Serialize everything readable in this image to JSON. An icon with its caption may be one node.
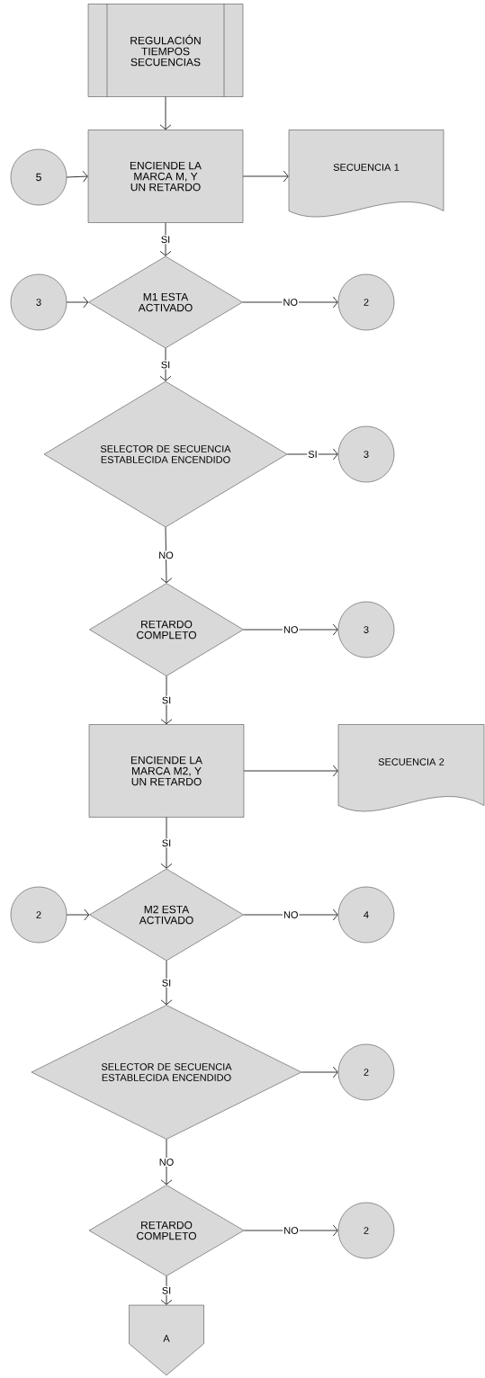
{
  "diagram": {
    "nodes": [
      {
        "text": [
          "REGULACIÓN TIEMPOS SECUENCIAS"
        ]
      },
      {
        "text": [
          "5"
        ]
      },
      {
        "text": [
          "ENCIENDE LA MARCA M, Y UN RETARDO"
        ]
      },
      {
        "text": [
          "SECUENCIA 1"
        ]
      },
      {
        "text": [
          "3"
        ]
      },
      {
        "text": [
          "M1 ESTA ACTIVADO"
        ]
      },
      {
        "text": [
          "2"
        ]
      },
      {
        "text": [
          "SELECTOR DE SECUENCIA ESTABLECIDA ENCENDIDO"
        ]
      },
      {
        "text": [
          "3"
        ]
      },
      {
        "text": [
          "RETARDO COMPLETO"
        ]
      },
      {
        "text": [
          "3"
        ]
      },
      {
        "text": [
          "ENCIENDE LA MARCA M2, Y UN RETARDO"
        ]
      },
      {
        "text": [
          "SECUENCIA 2"
        ]
      },
      {
        "text": [
          "2"
        ]
      },
      {
        "text": [
          "M2 ESTA ACTIVADO"
        ]
      },
      {
        "text": [
          "4"
        ]
      },
      {
        "text": [
          "SELECTOR DE SECUENCIA ESTABLECIDA ENCENDIDO"
        ]
      },
      {
        "text": [
          "2"
        ]
      },
      {
        "text": [
          "RETARDO COMPLETO"
        ]
      },
      {
        "text": [
          "2"
        ]
      },
      {
        "text": [
          "A"
        ]
      }
    ],
    "edges": [
      {
        "from": 0,
        "to": 2,
        "arrow": "to"
      },
      {
        "from": 1,
        "to": 2,
        "arrow": "to"
      },
      {
        "from": 2,
        "to": 3,
        "arrow": "to"
      },
      {
        "from": 2,
        "to": 5,
        "arrow": "to",
        "label": "SI"
      },
      {
        "from": 4,
        "to": 5,
        "arrow": "to"
      },
      {
        "from": 5,
        "to": 6,
        "arrow": "to",
        "label": "NO"
      },
      {
        "from": 5,
        "to": 7,
        "arrow": "to",
        "label": "SI"
      },
      {
        "from": 7,
        "to": 8,
        "arrow": "to",
        "label": "SI"
      },
      {
        "from": 7,
        "to": 9,
        "arrow": "to",
        "label": "NO"
      },
      {
        "from": 9,
        "to": 10,
        "arrow": "to",
        "label": "NO"
      },
      {
        "from": 9,
        "to": 11,
        "arrow": "to",
        "label": "SI"
      },
      {
        "from": 11,
        "to": 12,
        "arrow": "to"
      },
      {
        "from": 11,
        "to": 14,
        "arrow": "to",
        "label": "SI"
      },
      {
        "from": 13,
        "to": 14,
        "arrow": "to"
      },
      {
        "from": 14,
        "to": 15,
        "arrow": "to",
        "label": "NO"
      },
      {
        "from": 14,
        "to": 16,
        "arrow": "to",
        "label": "SI"
      },
      {
        "from": 16,
        "to": 17,
        "arrow": "to"
      },
      {
        "from": 16,
        "to": 18,
        "arrow": "to",
        "label": "NO"
      },
      {
        "from": 18,
        "to": 19,
        "arrow": "to",
        "label": "NO"
      },
      {
        "from": 18,
        "to": 20,
        "arrow": "to",
        "label": "SI"
      }
    ]
  }
}
